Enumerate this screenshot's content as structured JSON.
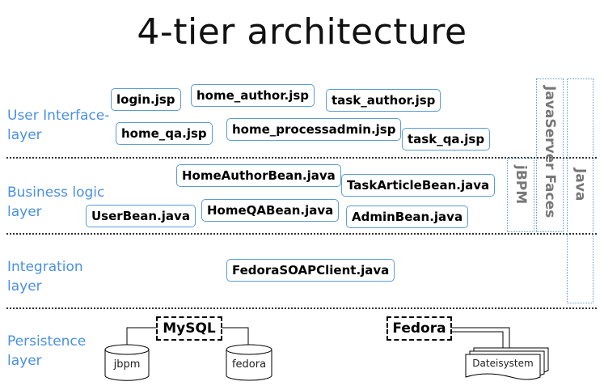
{
  "title": "4-tier architecture",
  "layers": {
    "ui": {
      "line1": "User Interface-",
      "line2": "layer"
    },
    "business": {
      "line1": "Business logic",
      "line2": "layer"
    },
    "integration": {
      "line1": "Integration",
      "line2": "layer"
    },
    "persistence": {
      "line1": "Persistence",
      "line2": "layer"
    }
  },
  "ui_components": [
    "login.jsp",
    "home_author.jsp",
    "task_author.jsp",
    "home_qa.jsp",
    "home_processadmin.jsp",
    "task_qa.jsp"
  ],
  "business_components": [
    "HomeAuthorBean.java",
    "TaskArticleBean.java",
    "UserBean.java",
    "HomeQABean.java",
    "AdminBean.java"
  ],
  "integration_components": [
    "FedoraSOAPClient.java"
  ],
  "frameworks": [
    "jBPM",
    "JavaServer Faces",
    "Java"
  ],
  "persistence": {
    "mysql": "MySQL",
    "fedora": "Fedora",
    "db_jbpm": "jbpm",
    "db_fedora": "fedora",
    "filesystem": "Dateisystem"
  },
  "colors": {
    "accent": "#4a90e2",
    "box_border": "#5b9bd5",
    "framework_text": "#777777"
  }
}
